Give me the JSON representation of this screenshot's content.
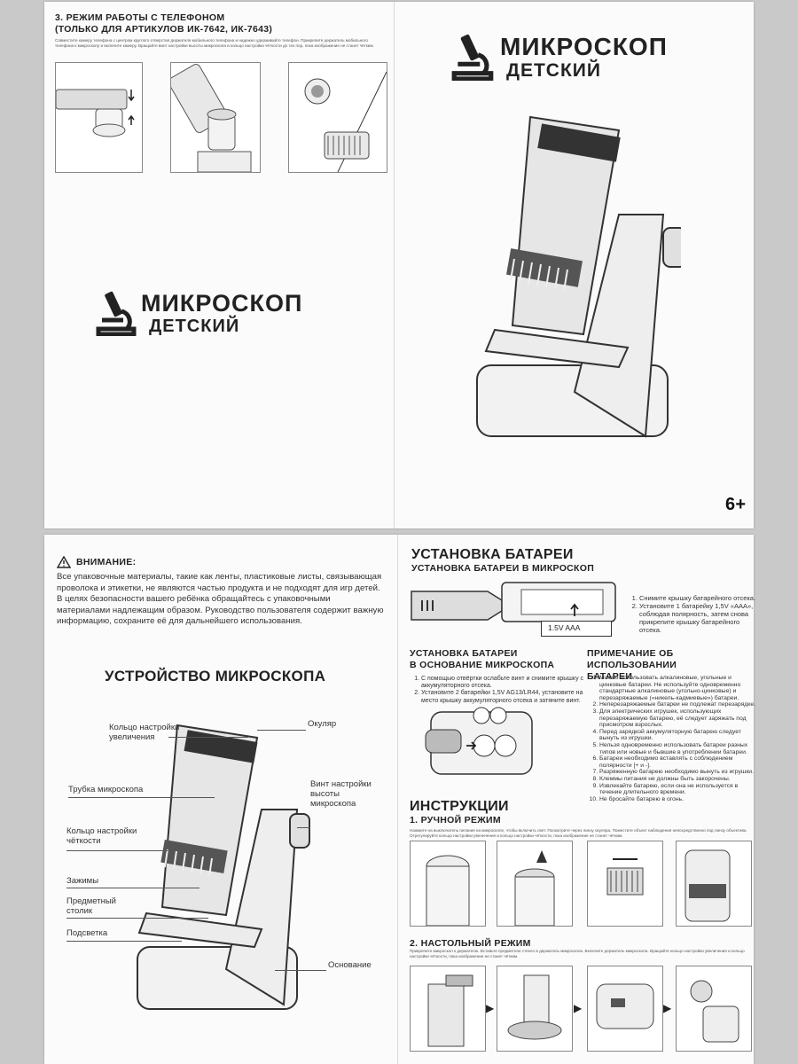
{
  "top_sheet": {
    "phone_mode": {
      "title_line1": "3. РЕЖИМ РАБОТЫ С ТЕЛЕФОНОМ",
      "title_line2": "(ТОЛЬКО ДЛЯ АРТИКУЛОВ ИК-7642, ИК-7643)",
      "text": "Совместите камеру телефона с центром круглого отверстия держателя мобильного телефона и надежно удерживайте телефон. Прикрепите держатель мобильного телефона к микроскопу и включите камеру. Вращайте винт настройки высоты микроскопа и кольцо настройки чёткости до тех пор, пока изображение не станет чётким."
    },
    "logo_line1": "МИКРОСКОП",
    "logo_line2": "ДЕТСКИЙ",
    "cover_logo_line1": "МИКРОСКОП",
    "cover_logo_line2": "ДЕТСКИЙ",
    "age_badge": "6+"
  },
  "warning": {
    "title": "ВНИМАНИЕ:",
    "text": "Все упаковочные материалы, такие как ленты, пластиковые листы, связывающая проволока и этикетки, не являются частью продукта и не подходят для игр детей. В целях безопасности вашего ребёнка обращайтесь с упаковочными материалами надлежащим образом. Руководство пользователя содержит важную информацию, сохраните её для дальнейшего использования."
  },
  "device": {
    "title": "УСТРОЙСТВО МИКРОСКОПА",
    "labels": {
      "zoom_ring": "Кольцо настройки увеличения",
      "eyepiece": "Окуляр",
      "tube": "Трубка микроскопа",
      "height_screw": "Винт настройки высоты микроскопа",
      "focus_ring": "Кольцо настройки чёткости",
      "clips": "Зажимы",
      "stage": "Предметный столик",
      "light": "Подсветка",
      "base": "Основание"
    }
  },
  "battery": {
    "title": "УСТАНОВКА БАТАРЕИ",
    "subtitle": "УСТАНОВКА БАТАРЕИ В МИКРОСКОП",
    "battery_label": "1.5V AAA",
    "steps": [
      "Снимите крышку батарейного отсека.",
      "Установите 1 батарейку 1,5V «AAA», соблюдая полярность, затем снова прикрепите крышку батарейного отсека."
    ],
    "base_title_line1": "УСТАНОВКА БАТАРЕИ",
    "base_title_line2": "В ОСНОВАНИЕ МИКРОСКОПА",
    "base_steps": [
      "С помощью отвёртки ослабьте винт и снимите крышку с аккумуляторного отсека.",
      "Установите 2 батарейки 1,5V AG13/LR44, установите на место крышку аккумуляторного отсека и затяните винт."
    ]
  },
  "battery_notes": {
    "title_line1": "ПРИМЕЧАНИЕ ОБ ИСПОЛЬЗОВАНИИ",
    "title_line2": "БАТАРЕИ",
    "items": [
      "Можно использовать алкалиновые, угольные и цинковые батареи. Не используйте одновременно стандартные алкалиновые (угольно-цинковые) и перезаряжаемые («никель-кадмиевые») батареи.",
      "Неперезаряжаемые батареи не подлежат перезарядке.",
      "Для электрических игрушек, использующих перезаряжаемую батарею, её следует заряжать под присмотром взрослых.",
      "Перед зарядкой аккумуляторную батарею следует вынуть из игрушки.",
      "Нельзя одновременно использовать батареи разных типов или новые и бывшие в употреблении батареи.",
      "Батареи необходимо вставлять с соблюдением полярности [+ и -].",
      "Разряженную батарею необходимо вынуть из игрушки.",
      "Клеммы питания не должны быть закорочены.",
      "Извлекайте батарею, если она не используется в течение длительного времени.",
      "Не бросайте батарею в огонь."
    ]
  },
  "instructions": {
    "title": "ИНСТРУКЦИИ",
    "manual_title": "1. РУЧНОЙ РЕЖИМ",
    "manual_text": "Нажмите на выключатель питания на микроскопе, чтобы включить свет. Посмотрите через линзу окуляра. Поместите объект наблюдения непосредственно под линзу объектива. Отрегулируйте кольцо настройки увеличения и кольцо настройки чёткости, пока изображение не станет чётким.",
    "table_title": "2. НАСТОЛЬНЫЙ РЕЖИМ",
    "table_text": "Прикрепите микроскоп к держателю. Вставьте предметное стекло в держатель микроскопа. Включите держатель микроскопа. Вращайте кольцо настройки увеличения и кольцо настройки чёткости, пока изображение не станет чётким."
  }
}
